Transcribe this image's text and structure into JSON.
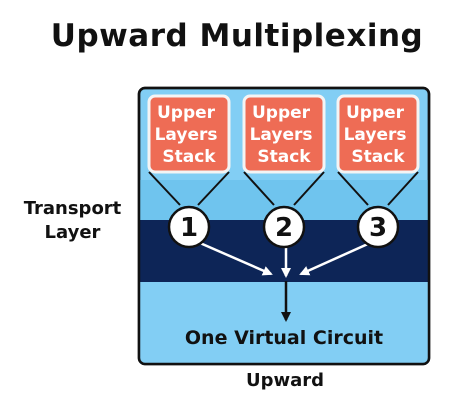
{
  "title": "Upward Multiplexing",
  "side_label": [
    "Transport",
    "Layer"
  ],
  "stacks": [
    {
      "lines": [
        "Upper",
        "Layers",
        "Stack"
      ],
      "number": "1"
    },
    {
      "lines": [
        "Upper",
        "Layers",
        "Stack"
      ],
      "number": "2"
    },
    {
      "lines": [
        "Upper",
        "Layers",
        "Stack"
      ],
      "number": "3"
    }
  ],
  "circuit_label": "One Virtual Circuit",
  "caption": "Upward",
  "colors": {
    "light_blue": "#82cef4",
    "dark_band": "#0d2557",
    "stack_fill": "#ee6c55",
    "stack_text": "#ffffff",
    "outline": "#111111"
  }
}
